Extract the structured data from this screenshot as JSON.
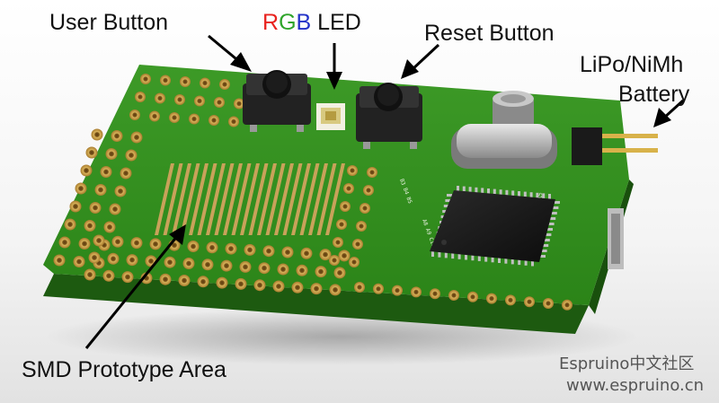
{
  "labels": {
    "user_button": "User Button",
    "rgb": {
      "r": "R",
      "g": "G",
      "b": "B",
      "rest": " LED"
    },
    "reset_button": "Reset Button",
    "battery_line1": "LiPo/NiMh",
    "battery_line2": "Battery",
    "smd_area": "SMD Prototype Area"
  },
  "watermark": {
    "title": "Espruino中文社区",
    "url": "www.espruino.cn"
  },
  "colors": {
    "pcb": "#2f8c1e",
    "pcb_dark": "#1f6512",
    "pad_gold": "#c9a04a",
    "rgb_r": "#e8231f",
    "rgb_g": "#2fa52b",
    "rgb_b": "#2332c8"
  }
}
